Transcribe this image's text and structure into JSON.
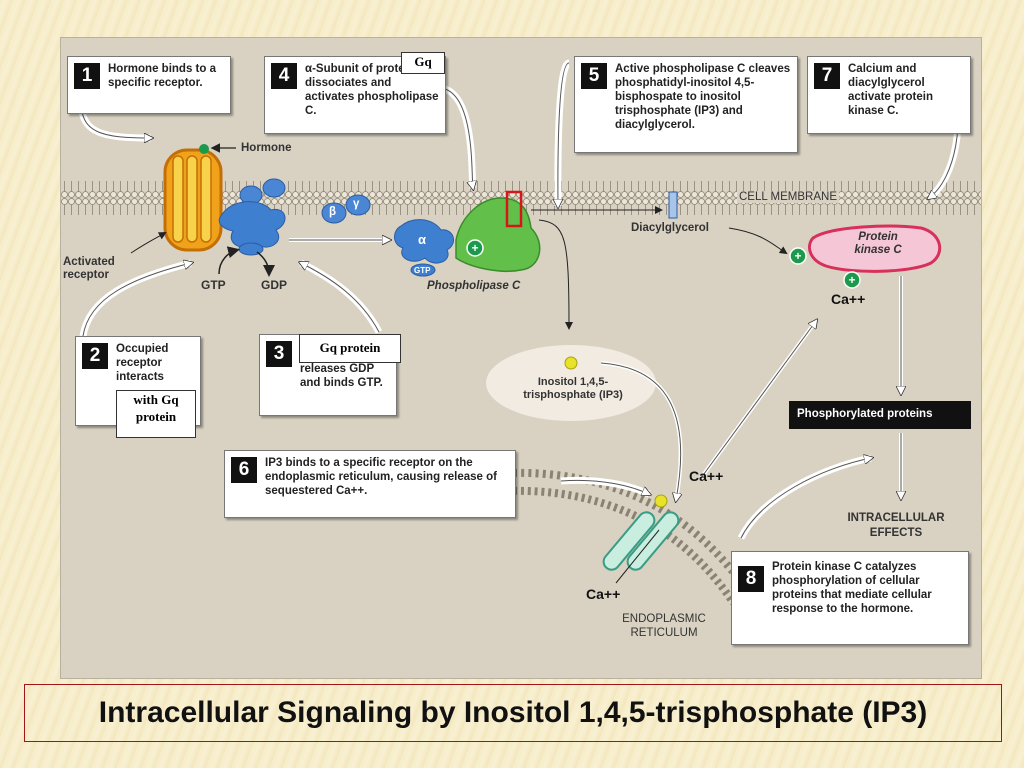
{
  "steps": [
    {
      "num": "1",
      "text": "Hormone binds to a specific receptor."
    },
    {
      "num": "2",
      "text": "Occupied receptor interacts"
    },
    {
      "num": "3",
      "text": "releases GDP and binds GTP."
    },
    {
      "num": "4",
      "text": "α-Subunit of protein dissociates and activates phospholipase C."
    },
    {
      "num": "5",
      "text": "Active phospholipase C cleaves phosphatidyl-inositol 4,5-bisphospate to inositol trisphosphate (IP3) and diacylglycerol."
    },
    {
      "num": "6",
      "text": "IP3 binds to a specific receptor on the endoplasmic reticulum, causing release of sequestered Ca++."
    },
    {
      "num": "7",
      "text": "Calcium and diacylglycerol activate protein kinase C."
    },
    {
      "num": "8",
      "text": "Protein kinase C catalyzes phosphorylation of cellular proteins that mediate cellular response to the hormone."
    }
  ],
  "patches": {
    "gq_top": "Gq",
    "gq_protein": "Gq protein",
    "with_gq": "with Gq protein"
  },
  "labels": {
    "hormone": "Hormone",
    "activated_receptor": "Activated receptor",
    "gtp": "GTP",
    "gdp": "GDP",
    "beta": "β",
    "gamma": "γ",
    "alpha": "α",
    "gtp_small": "GTP",
    "cell_membrane": "CELL MEMBRANE",
    "diacylglycerol": "Diacylglycerol",
    "protein_kinase_c": "Protein kinase C",
    "ca_pkc": "Ca++",
    "phospholipase_c": "Phospholipase C",
    "ip3": "Inositol 1,4,5-trisphosphate (IP3)",
    "ca_channel": "Ca++",
    "ca_er": "Ca++",
    "phosphorylated_proteins": "Phosphorylated proteins",
    "intracellular_effects": "INTRACELLULAR EFFECTS",
    "endoplasmic_reticulum": "ENDOPLASMIC RETICULUM"
  },
  "title": "Intracellular Signaling by Inositol 1,4,5-trisphosphate (IP3)"
}
